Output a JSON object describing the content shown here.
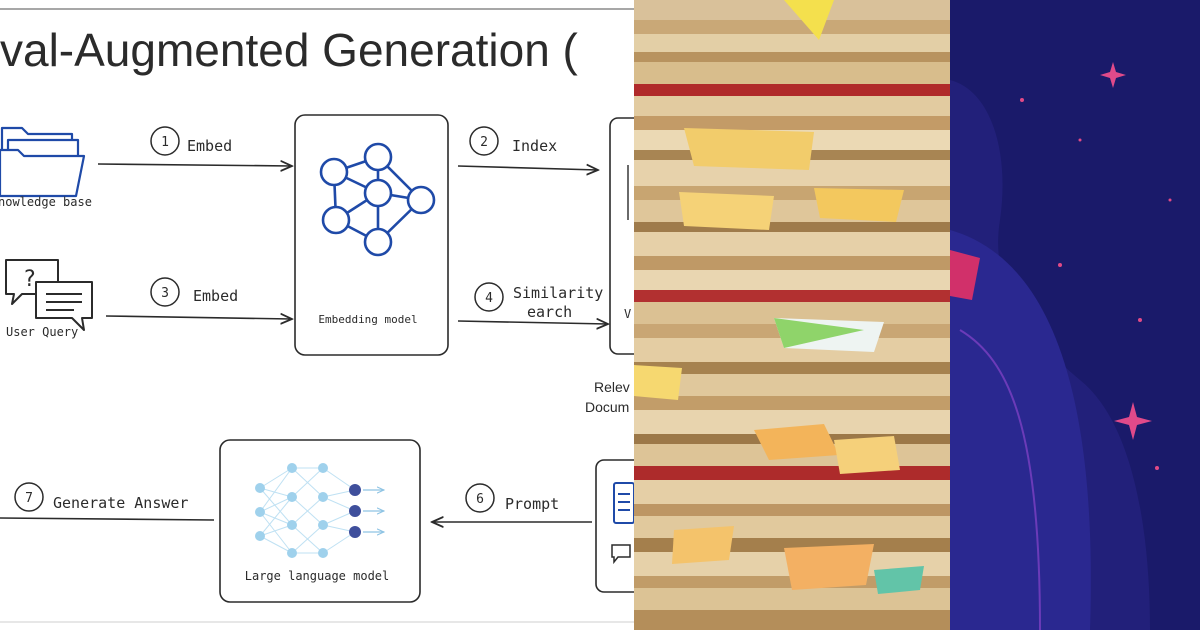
{
  "diagram": {
    "title": "val-Augmented Generation (",
    "steps": [
      {
        "number": "1",
        "label": "Embed"
      },
      {
        "number": "2",
        "label": "Index"
      },
      {
        "number": "3",
        "label": "Embed"
      },
      {
        "number": "4",
        "label_line1": "Similarity",
        "label_line2": "earch"
      },
      {
        "number": "6",
        "label": "Prompt"
      },
      {
        "number": "7",
        "label": "Generate Answer"
      }
    ],
    "sources": {
      "knowledge_base": "nowledge base",
      "user_query": "User Query"
    },
    "models": {
      "embedding": "Embedding model",
      "llm": "Large language model"
    },
    "partial_labels": {
      "vector_store_fragment": "V",
      "relevant_line1": "Relev",
      "relevant_line2": "Docum"
    },
    "colors": {
      "accent": "#1f4aa8",
      "llm_nodes": "#9fd1ec",
      "llm_output": "#3f4f9c",
      "text": "#2b2b2b"
    }
  },
  "photos": {
    "papers": {
      "icon": "paper-stack-photo"
    },
    "space": {
      "icon": "space-illustration"
    }
  }
}
